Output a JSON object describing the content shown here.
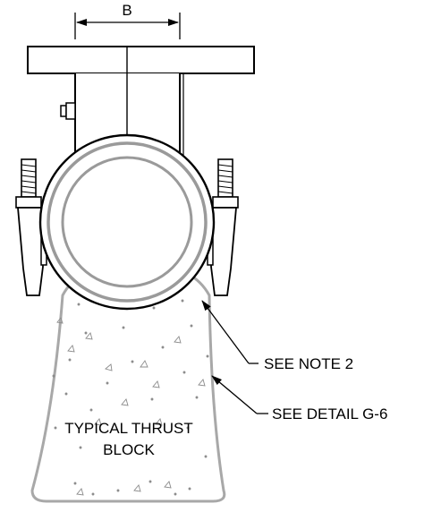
{
  "labels": {
    "dimension_b": "B",
    "callout_note": "SEE NOTE 2",
    "callout_detail": "SEE DETAIL G-6",
    "block_line1": "TYPICAL THRUST",
    "block_line2": "BLOCK"
  },
  "colors": {
    "line": "#000000",
    "pipe_gray": "#9a9a9a",
    "block_gray": "#a8a8a8",
    "speckle": "#8c8c8c"
  }
}
